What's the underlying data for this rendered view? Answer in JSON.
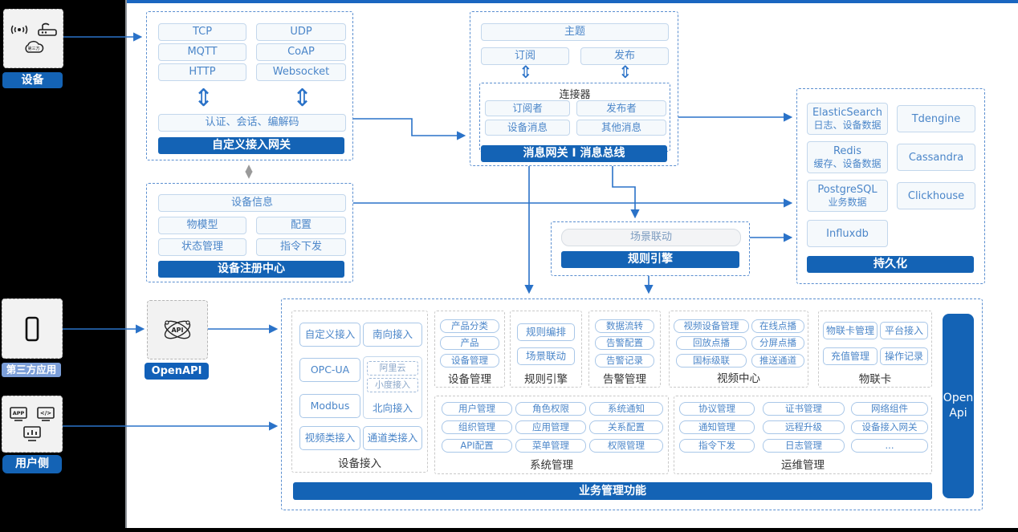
{
  "colors": {
    "banner_blue": "#1463b5",
    "arrow_blue": "#2a72c8",
    "pill_text_blue": "#4b86c9",
    "dashed_border_blue": "#5b8fd0",
    "third_party_label_blue": "#7b9ed8",
    "top_edge_blue": "#1a66c0"
  },
  "left_rail": {
    "device": {
      "label": "设备",
      "cloud_text": "第三方"
    },
    "third_party": {
      "label": "第三方应用"
    },
    "user_side": {
      "label": "用户侧",
      "app_icon_text": "APP",
      "code_icon_text": "</>"
    }
  },
  "gateway": {
    "title": "自定义接入网关",
    "protocols": [
      "TCP",
      "UDP",
      "MQTT",
      "CoAP",
      "HTTP",
      "Websocket"
    ],
    "auth_bar": "认证、会话、编解码"
  },
  "message_bus": {
    "title": "消息网关 I 消息总线",
    "topic": "主题",
    "subscribe": "订阅",
    "publish": "发布",
    "connector": {
      "title": "连接器",
      "items": [
        "订阅者",
        "发布者",
        "设备消息",
        "其他消息"
      ]
    }
  },
  "registry": {
    "title": "设备注册中心",
    "device_info": "设备信息",
    "items": [
      "物模型",
      "配置",
      "状态管理",
      "指令下发"
    ]
  },
  "rule_engine_box": {
    "title": "规则引擎",
    "scene_linkage": "场景联动"
  },
  "persistence": {
    "title": "持久化",
    "stores": [
      {
        "name": "ElasticSearch",
        "desc": "日志、设备数据"
      },
      {
        "name": "Tdengine"
      },
      {
        "name": "Redis",
        "desc": "缓存、设备数据"
      },
      {
        "name": "Cassandra"
      },
      {
        "name": "PostgreSQL",
        "desc": "业务数据"
      },
      {
        "name": "Clickhouse"
      },
      {
        "name": "Influxdb"
      }
    ]
  },
  "openapi": {
    "label": "OpenAPI",
    "icon_text": "API"
  },
  "business": {
    "title": "业务管理功能",
    "open_api_bar": {
      "line1": "Open",
      "line2": "Api"
    },
    "device_access": {
      "label": "设备接入",
      "items": [
        "自定义接入",
        "南向接入",
        "OPC-UA",
        "Modbus",
        "视频类接入",
        "通道类接入"
      ],
      "north": {
        "label": "北向接入",
        "sub": [
          "阿里云",
          "小度接入"
        ]
      }
    },
    "device_mgmt": {
      "label": "设备管理",
      "items": [
        "产品分类",
        "产品",
        "设备管理"
      ]
    },
    "rule_engine": {
      "label": "规则引擎",
      "items": [
        "规则编排",
        "场景联动"
      ]
    },
    "alarm_mgmt": {
      "label": "告警管理",
      "items": [
        "数据流转",
        "告警配置",
        "告警记录"
      ]
    },
    "video_center": {
      "label": "视频中心",
      "items": [
        "视频设备管理",
        "在线点播",
        "回放点播",
        "分屏点播",
        "国标级联",
        "推送通道"
      ]
    },
    "iot_card": {
      "label": "物联卡",
      "items": [
        "物联卡管理",
        "平台接入",
        "充值管理",
        "操作记录"
      ]
    },
    "system_mgmt": {
      "label": "系统管理",
      "items": [
        "用户管理",
        "角色权限",
        "系统通知",
        "组织管理",
        "应用管理",
        "关系配置",
        "API配置",
        "菜单管理",
        "权限管理"
      ]
    },
    "ops_mgmt": {
      "label": "运维管理",
      "items": [
        "协议管理",
        "证书管理",
        "网络组件",
        "通知管理",
        "远程升级",
        "设备接入网关",
        "指令下发",
        "日志管理",
        "..."
      ]
    }
  }
}
